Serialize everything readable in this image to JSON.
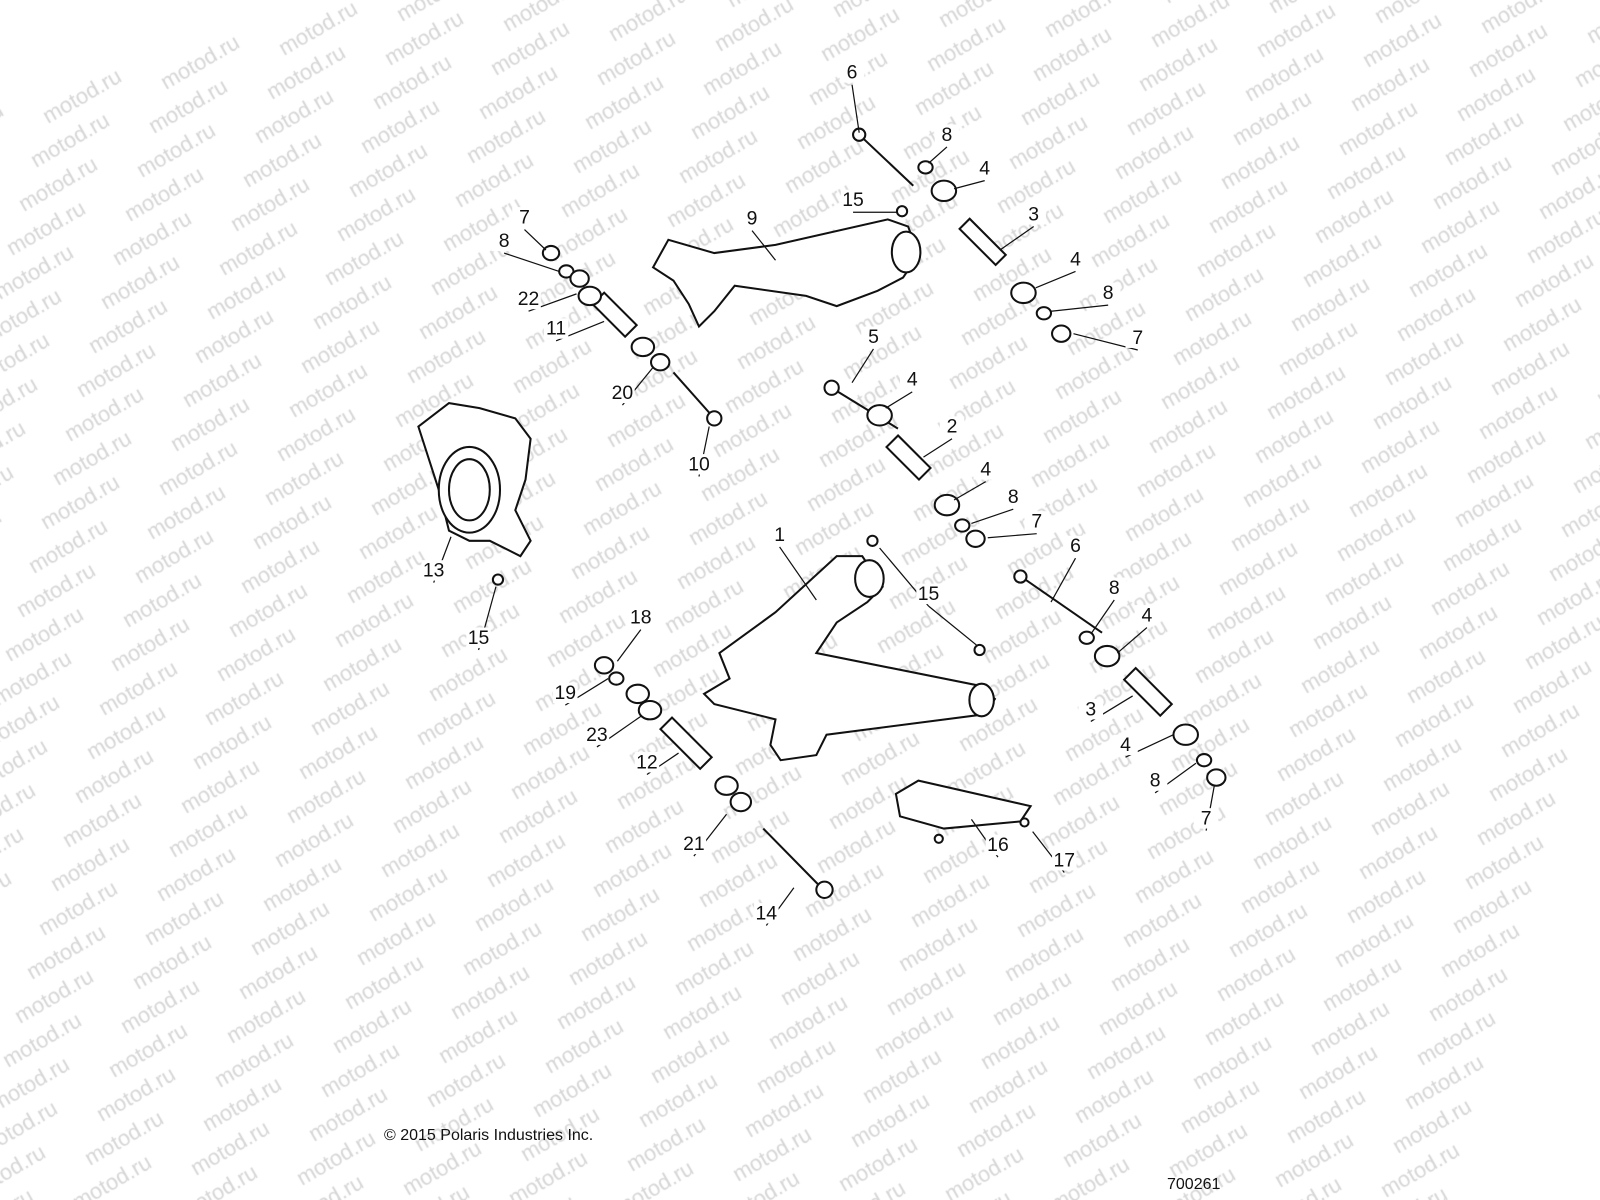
{
  "watermark": "motod.ru",
  "callouts": [
    "6",
    "8",
    "4",
    "15",
    "9",
    "3",
    "4",
    "8",
    "7",
    "7",
    "8",
    "22",
    "11",
    "20",
    "10",
    "5",
    "4",
    "2",
    "4",
    "8",
    "7",
    "1",
    "15",
    "13",
    "15",
    "6",
    "8",
    "4",
    "3",
    "4",
    "8",
    "7",
    "18",
    "19",
    "23",
    "12",
    "21",
    "14",
    "16",
    "17"
  ],
  "footer": {
    "copyright": "© 2015 Polaris Industries Inc.",
    "diagram_number": "700261"
  }
}
